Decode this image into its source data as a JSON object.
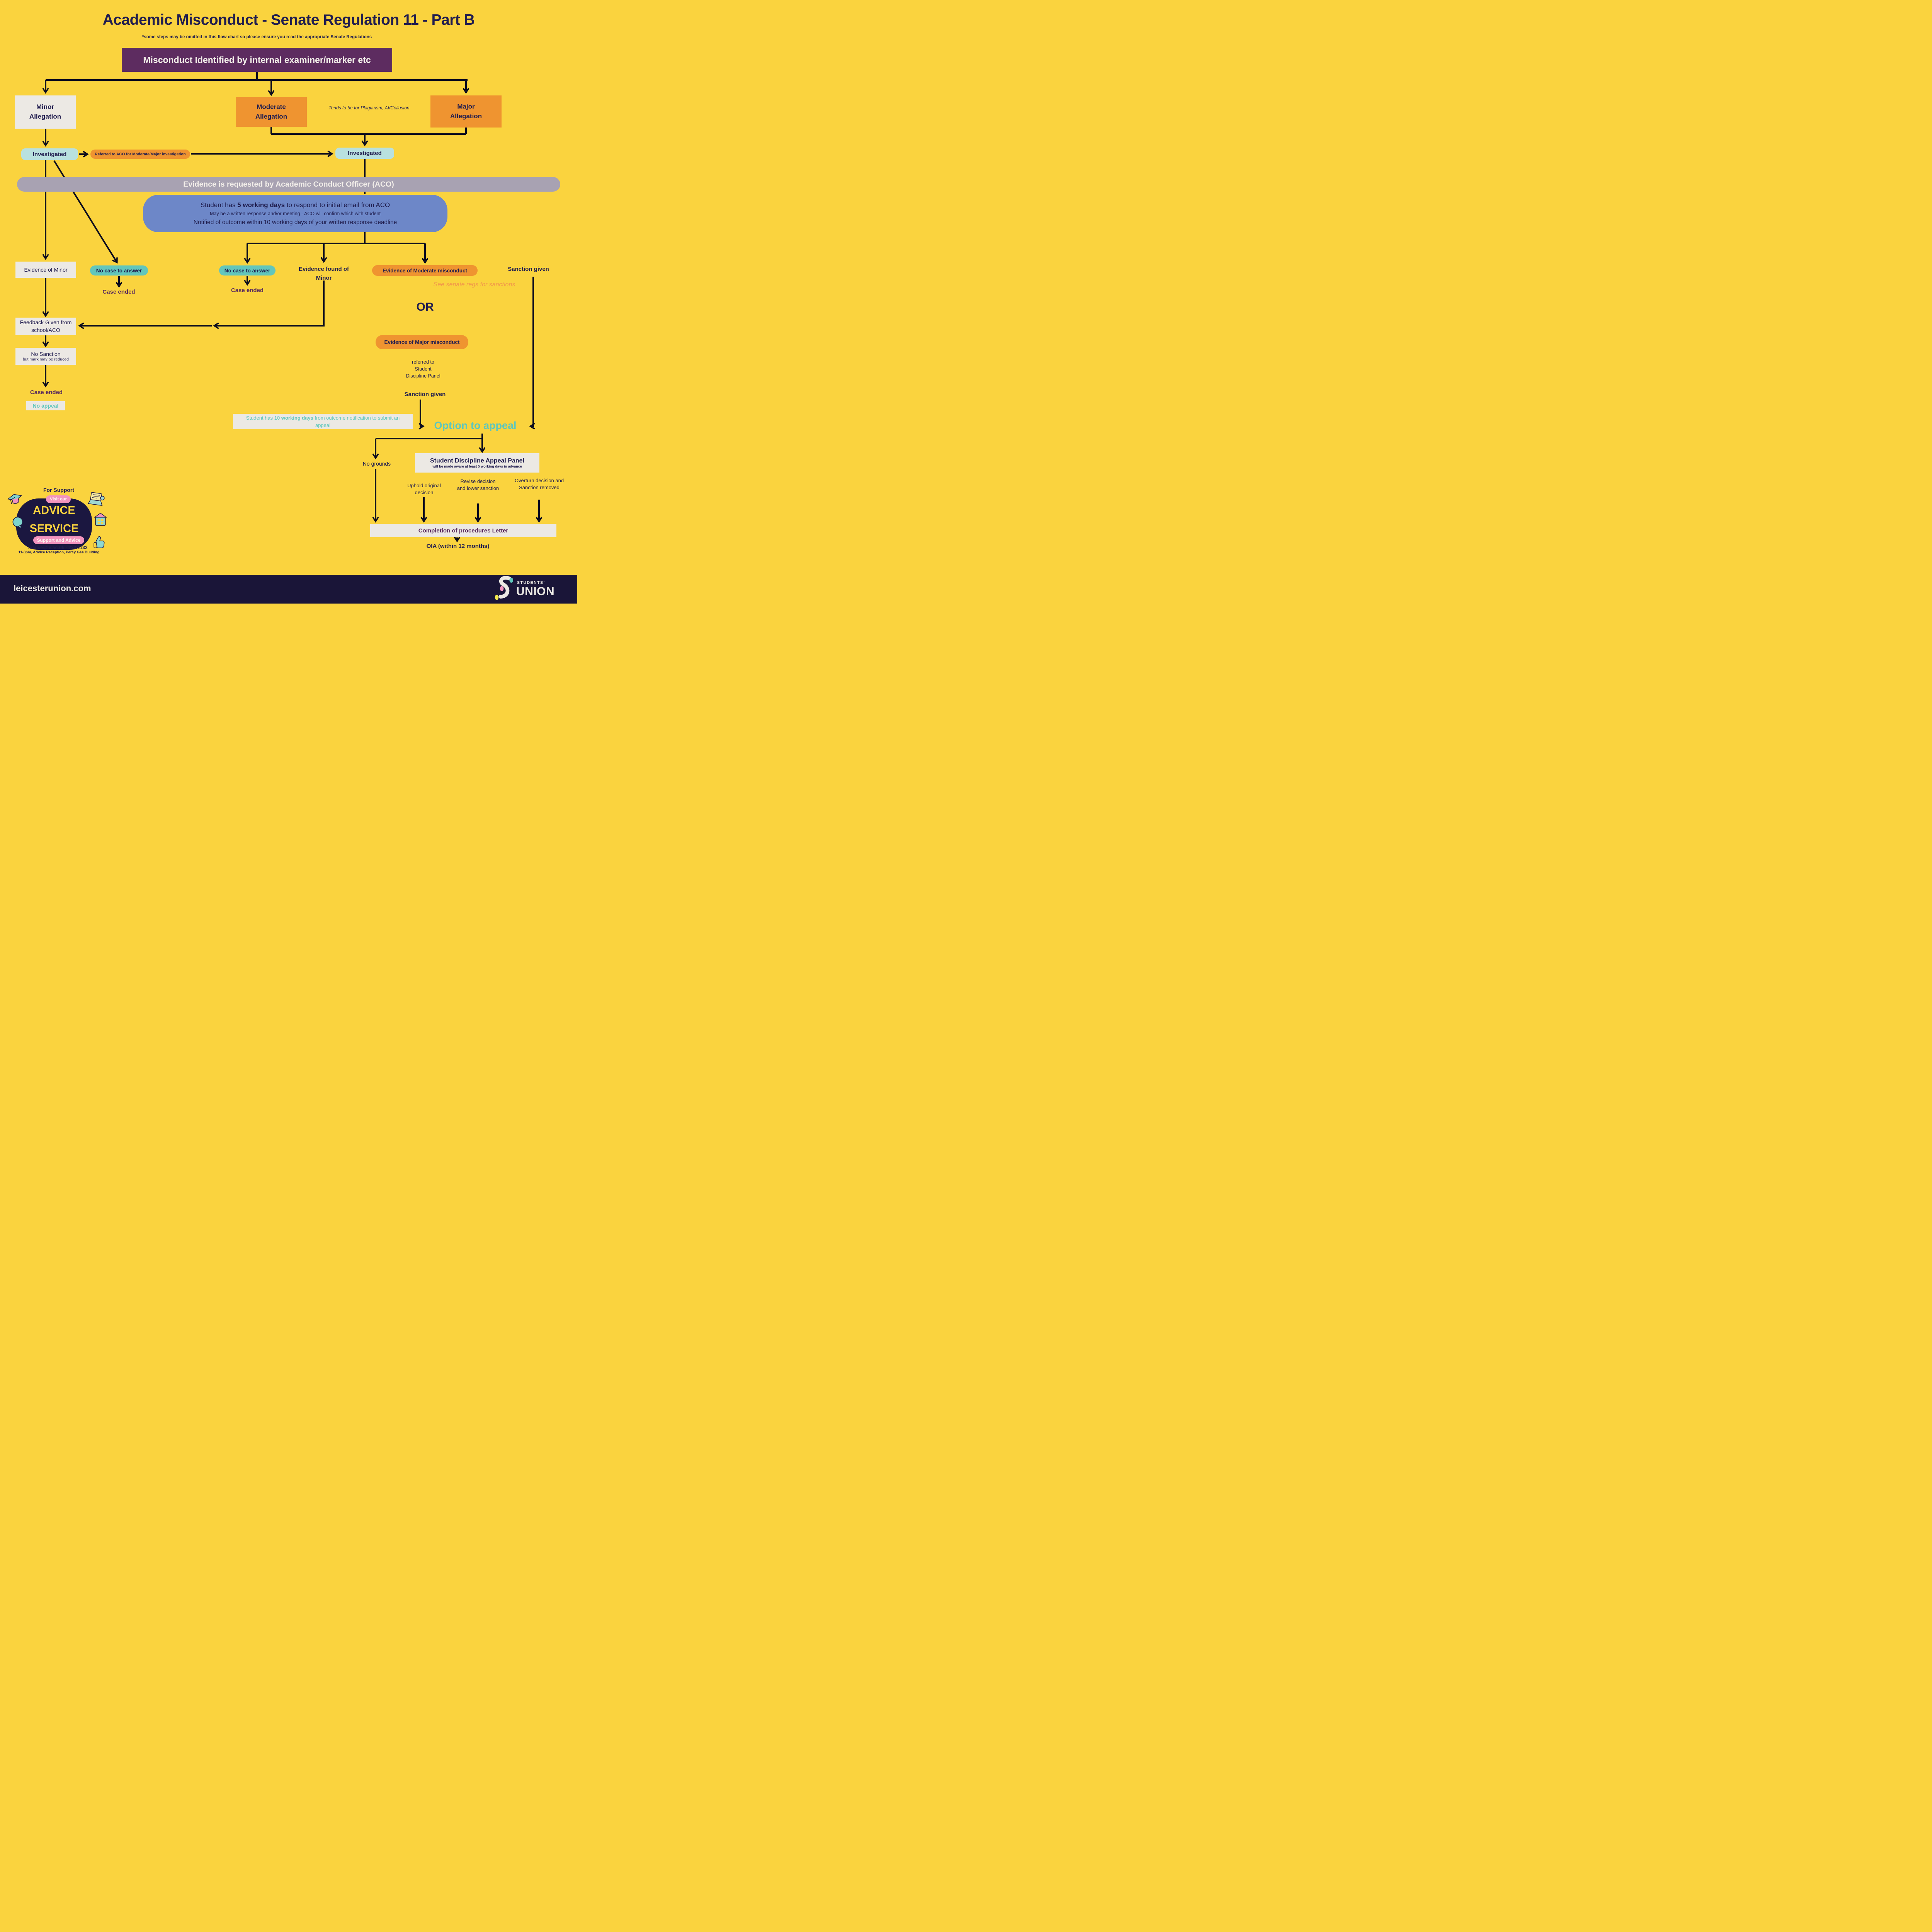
{
  "colors": {
    "background": "#FAD33E",
    "navy": "#211D4F",
    "purple_banner": "#5D2C60",
    "orange": "#EF9430",
    "teal_light": "#B9E1DF",
    "teal": "#5FC6BC",
    "blue": "#6D87C8",
    "gray_banner": "#A8A2B2",
    "white_box": "#ECE9E4",
    "pink": "#F394BE",
    "footer_navy": "#1A1538"
  },
  "header": {
    "title": "Academic Misconduct - Senate Regulation 11 - Part B",
    "subtitle": "*some steps may be omitted in this flow chart so please ensure you read the appropriate Senate Regulations"
  },
  "banner": {
    "label": "Misconduct Identified by internal examiner/marker etc"
  },
  "allegations": {
    "minor": "Minor Allegation",
    "moderate": "Moderate Allegation",
    "moderate_note": "Tends to be for Plagiarism, AI/Collusion",
    "major": "Major Allegation"
  },
  "investigation": {
    "investigated_left": "Investigated",
    "referred": "Referred to ACO for Moderate/Major investigation",
    "investigated_right": "Investigated",
    "evidence_requested": "Evidence is requested by Academic Conduct Officer (ACO)"
  },
  "aco_box": {
    "line1_pre": "Student has ",
    "line1_bold": "5 working days",
    "line1_post": " to respond to initial email from ACO",
    "line2": "May be a written response and/or meeting - ACO will confirm which with student",
    "line3": "Notified of outcome within 10 working days of your written response deadline"
  },
  "outcomes": {
    "evidence_of_minor": "Evidence of Minor",
    "no_case_left": "No case to answer",
    "case_ended_left": "Case ended",
    "no_case_mid": "No case to answer",
    "case_ended_mid": "Case ended",
    "evidence_found_minor": "Evidence found of Minor",
    "evidence_moderate": "Evidence of Moderate misconduct",
    "sanction_given_moderate": "Sanction given",
    "see_senate_regs": "See senate regs for sanctions",
    "or_label": "OR",
    "evidence_major": "Evidence of Major misconduct",
    "referred_panel": "referred to Student Discipline Panel",
    "sanction_given_major": "Sanction given"
  },
  "minor_path": {
    "feedback": "Feedback Given from school/ACO",
    "no_sanction": "No Sanction",
    "no_sanction_note": "but mark may be reduced",
    "case_ended": "Case ended",
    "no_appeal": "No appeal"
  },
  "appeal": {
    "ten_days_pre": "Student has 10 ",
    "ten_days_bold": "working days",
    "ten_days_post": " from outcome notification to submit an appeal",
    "option": "Option to appeal",
    "no_grounds": "No grounds",
    "panel_title": "Student Discipline Appeal Panel",
    "panel_note": "will be made aware at least 5 working days in advance",
    "uphold": "Uphold original decision",
    "revise": "Revise decision and lower sanction",
    "overturn": "Overturn decision and Sanction removed",
    "completion": "Completion of procedures Letter",
    "oia": "OIA (within 12 months)"
  },
  "support": {
    "heading": "For Support",
    "visit_our": "Visit our",
    "advice": "ADVICE",
    "service": "SERVICE",
    "support_and_advice": "Support and Advice",
    "contact": "advice@le.ac.uk - 223 1132",
    "hours": "11-3pm, Advice Reception, Percy Gee Building"
  },
  "footer": {
    "website": "leicesterunion.com",
    "logo_line1": "STUDENTS'",
    "logo_line2": "UNION"
  }
}
